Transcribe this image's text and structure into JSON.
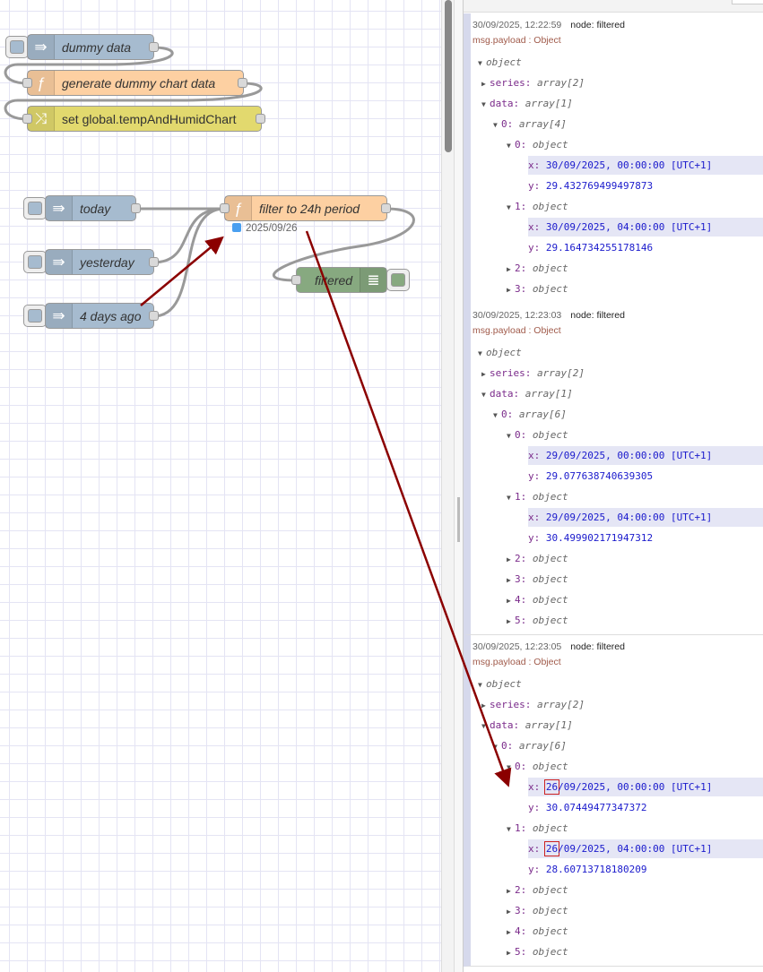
{
  "flow": {
    "nodes": {
      "dummy_data": "dummy data",
      "generate": "generate dummy chart data",
      "set_global": "set global.tempAndHumidChart",
      "today": "today",
      "yesterday": "yesterday",
      "four_days": "4 days ago",
      "filter": "filter to 24h period",
      "filter_status": "2025/09/26",
      "filtered": "filtered"
    },
    "colors": {
      "inject": "#a6bbcf",
      "function": "#fdd0a2",
      "change": "#e2d96e",
      "debug": "#87a980",
      "annotation_arrow": "#8b0000"
    }
  },
  "debug": {
    "messages": [
      {
        "time": "30/09/2025, 12:22:59",
        "node": "node: filtered",
        "topic": "msg.payload : Object",
        "rows": [
          {
            "l": 0,
            "c": "open",
            "t": "object"
          },
          {
            "l": 1,
            "c": "closed",
            "k": "series",
            "t": "array[2]"
          },
          {
            "l": 1,
            "c": "open",
            "k": "data",
            "t": "array[1]"
          },
          {
            "l": 2,
            "c": "open",
            "k": "0",
            "t": "array[4]"
          },
          {
            "l": 3,
            "c": "open",
            "k": "0",
            "t": "object"
          },
          {
            "l": 4,
            "k": "x",
            "v": "30/09/2025, 00:00:00 [UTC+1]",
            "hl": true
          },
          {
            "l": 4,
            "k": "y",
            "v": "29.432769499497873"
          },
          {
            "l": 3,
            "c": "open",
            "k": "1",
            "t": "object"
          },
          {
            "l": 4,
            "k": "x",
            "v": "30/09/2025, 04:00:00 [UTC+1]",
            "hl": true
          },
          {
            "l": 4,
            "k": "y",
            "v": "29.164734255178146"
          },
          {
            "l": 3,
            "c": "closed",
            "k": "2",
            "t": "object"
          },
          {
            "l": 3,
            "c": "closed",
            "k": "3",
            "t": "object"
          }
        ]
      },
      {
        "time": "30/09/2025, 12:23:03",
        "node": "node: filtered",
        "topic": "msg.payload : Object",
        "rows": [
          {
            "l": 0,
            "c": "open",
            "t": "object"
          },
          {
            "l": 1,
            "c": "closed",
            "k": "series",
            "t": "array[2]"
          },
          {
            "l": 1,
            "c": "open",
            "k": "data",
            "t": "array[1]"
          },
          {
            "l": 2,
            "c": "open",
            "k": "0",
            "t": "array[6]"
          },
          {
            "l": 3,
            "c": "open",
            "k": "0",
            "t": "object"
          },
          {
            "l": 4,
            "k": "x",
            "v": "29/09/2025, 00:00:00 [UTC+1]",
            "hl": true
          },
          {
            "l": 4,
            "k": "y",
            "v": "29.077638740639305"
          },
          {
            "l": 3,
            "c": "open",
            "k": "1",
            "t": "object"
          },
          {
            "l": 4,
            "k": "x",
            "v": "29/09/2025, 04:00:00 [UTC+1]",
            "hl": true
          },
          {
            "l": 4,
            "k": "y",
            "v": "30.499902171947312"
          },
          {
            "l": 3,
            "c": "closed",
            "k": "2",
            "t": "object"
          },
          {
            "l": 3,
            "c": "closed",
            "k": "3",
            "t": "object"
          },
          {
            "l": 3,
            "c": "closed",
            "k": "4",
            "t": "object"
          },
          {
            "l": 3,
            "c": "closed",
            "k": "5",
            "t": "object"
          }
        ]
      },
      {
        "time": "30/09/2025, 12:23:05",
        "node": "node: filtered",
        "topic": "msg.payload : Object",
        "rows": [
          {
            "l": 0,
            "c": "open",
            "t": "object"
          },
          {
            "l": 1,
            "c": "closed",
            "k": "series",
            "t": "array[2]"
          },
          {
            "l": 1,
            "c": "open",
            "k": "data",
            "t": "array[1]"
          },
          {
            "l": 2,
            "c": "open",
            "k": "0",
            "t": "array[6]"
          },
          {
            "l": 3,
            "c": "open",
            "k": "0",
            "t": "object"
          },
          {
            "l": 4,
            "k": "x",
            "b": "26",
            "v": "/09/2025, 00:00:00 [UTC+1]",
            "hl": true
          },
          {
            "l": 4,
            "k": "y",
            "v": "30.07449477347372"
          },
          {
            "l": 3,
            "c": "open",
            "k": "1",
            "t": "object"
          },
          {
            "l": 4,
            "k": "x",
            "b": "26",
            "v": "/09/2025, 04:00:00 [UTC+1]",
            "hl": true
          },
          {
            "l": 4,
            "k": "y",
            "v": "28.60713718180209"
          },
          {
            "l": 3,
            "c": "closed",
            "k": "2",
            "t": "object"
          },
          {
            "l": 3,
            "c": "closed",
            "k": "3",
            "t": "object"
          },
          {
            "l": 3,
            "c": "closed",
            "k": "4",
            "t": "object"
          },
          {
            "l": 3,
            "c": "closed",
            "k": "5",
            "t": "object"
          }
        ]
      }
    ]
  }
}
